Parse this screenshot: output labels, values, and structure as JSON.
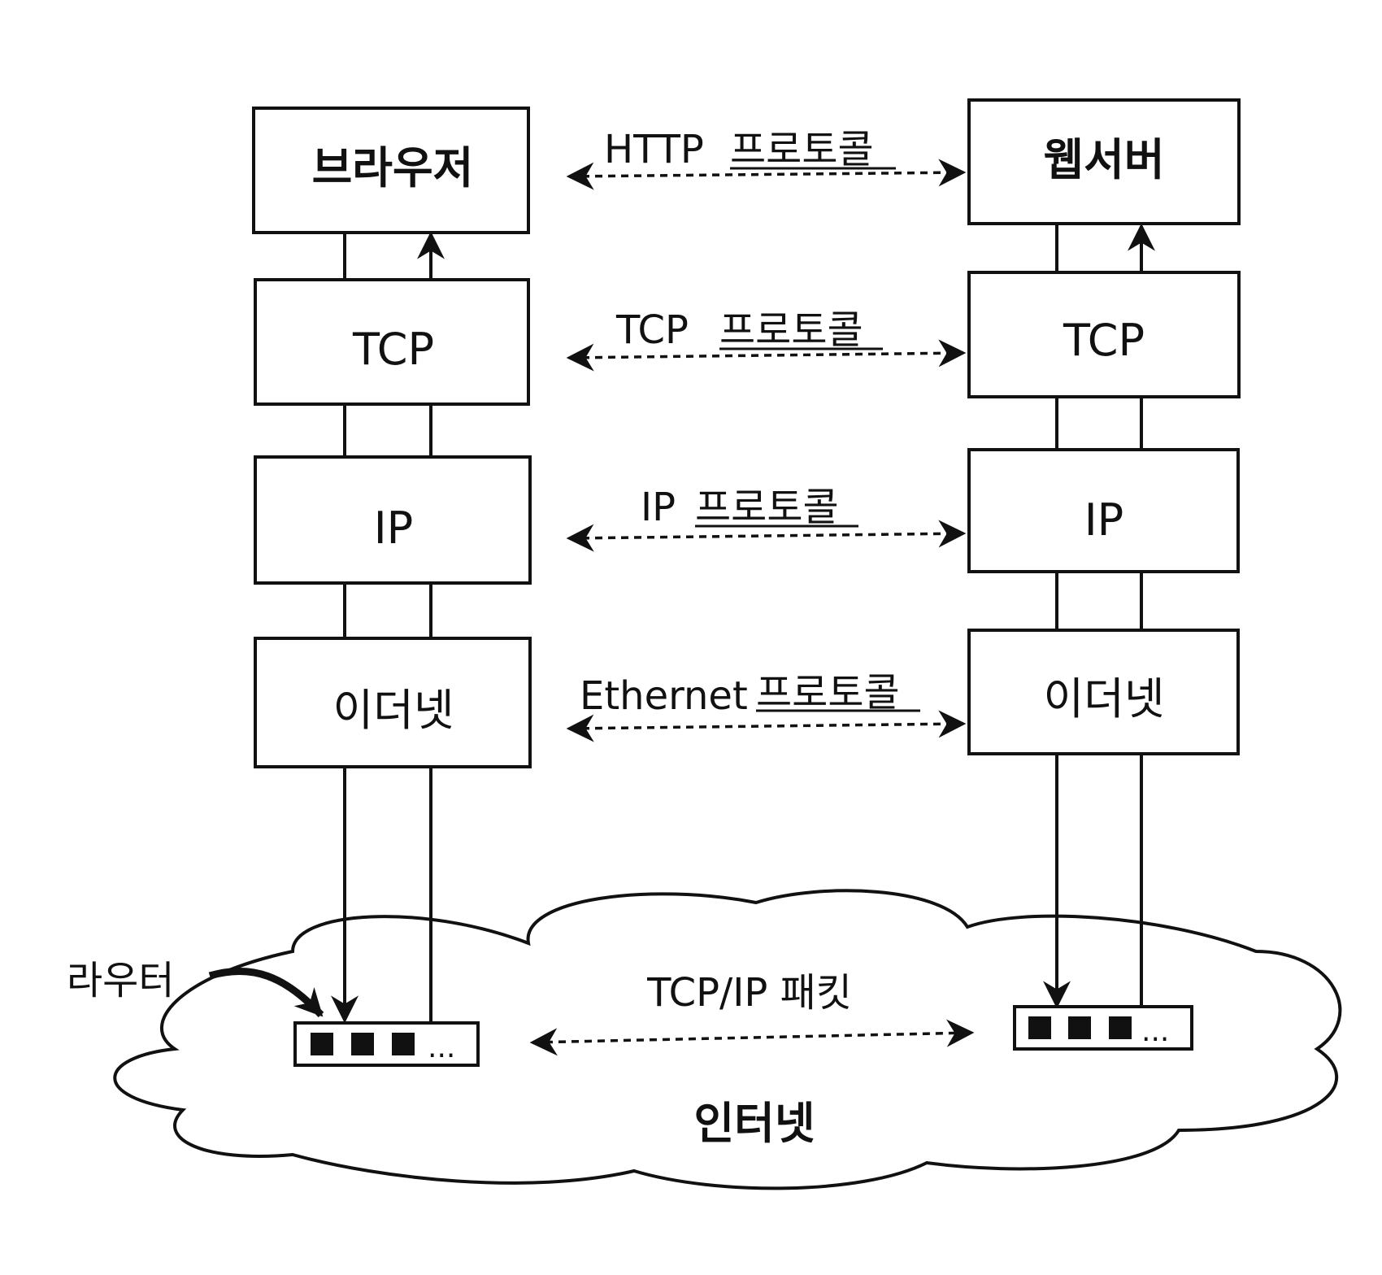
{
  "left_stack": {
    "app": "브라우저",
    "transport": "TCP",
    "network": "IP",
    "link": "이더넷"
  },
  "right_stack": {
    "app": "웹서버",
    "transport": "TCP",
    "network": "IP",
    "link": "이더넷"
  },
  "protocols": {
    "http": {
      "name": "HTTP",
      "suffix": "프로토콜"
    },
    "tcp": {
      "name": "TCP",
      "suffix": "프로토콜"
    },
    "ip": {
      "name": "IP",
      "suffix": "프로토콜"
    },
    "ethernet": {
      "name": "Ethernet",
      "suffix": "프로토콜"
    }
  },
  "internet": {
    "label": "인터넷",
    "packet_label": "TCP/IP 패킷",
    "router_label": "라우터",
    "router_dots": "..."
  }
}
